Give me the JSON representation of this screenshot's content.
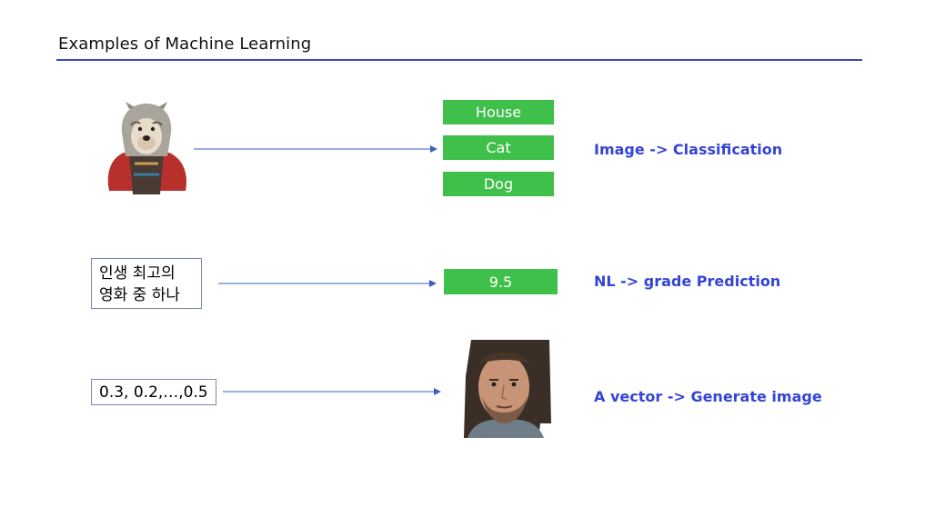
{
  "slide": {
    "title": "Examples of Machine Learning"
  },
  "rows": {
    "classification": {
      "labels": [
        "House",
        "Cat",
        "Dog"
      ],
      "caption": "Image -> Classification",
      "image_icon": "dog-in-hood-photo"
    },
    "grade": {
      "input_lines": [
        "인생 최고의",
        "영화 중 하나"
      ],
      "output": "9.5",
      "caption": "NL -> grade Prediction"
    },
    "generation": {
      "input": "0.3, 0.2,…,0.5",
      "caption": "A vector -> Generate image",
      "image_icon": "generated-face-photo"
    }
  },
  "colors": {
    "accent_blue": "#3344d6",
    "rule_blue": "#3b4bb8",
    "box_green": "#3fc04a"
  }
}
